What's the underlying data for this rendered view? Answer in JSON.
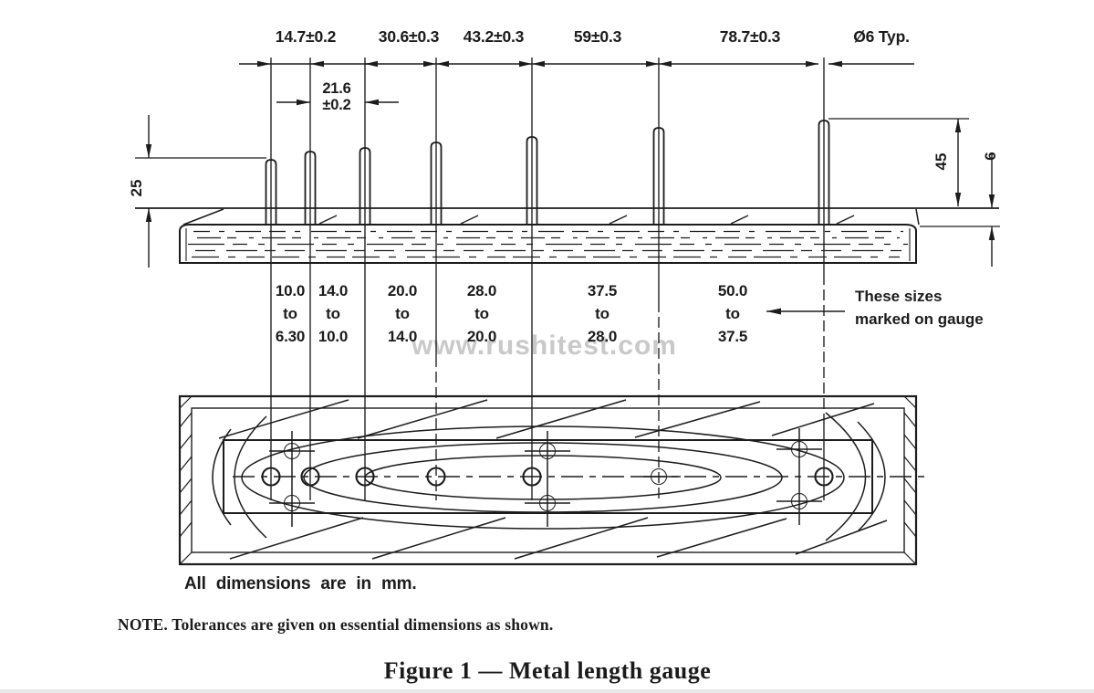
{
  "watermark": "www.rushitest.com",
  "dims": {
    "top": [
      "14.7±0.2",
      "30.6±0.3",
      "43.2±0.3",
      "59±0.3",
      "78.7±0.3"
    ],
    "pin_dia": "Ø6 Typ.",
    "pitch_small": [
      "21.6",
      "±0.2"
    ],
    "pin_height_left": "25",
    "pin_height_right": "45",
    "plate_thickness": "6"
  },
  "ranges": [
    {
      "max": "10.0",
      "word": "to",
      "min": "6.30"
    },
    {
      "max": "14.0",
      "word": "to",
      "min": "10.0"
    },
    {
      "max": "20.0",
      "word": "to",
      "min": "14.0"
    },
    {
      "max": "28.0",
      "word": "to",
      "min": "20.0"
    },
    {
      "max": "37.5",
      "word": "to",
      "min": "28.0"
    },
    {
      "max": "50.0",
      "word": "to",
      "min": "37.5"
    }
  ],
  "annotation": [
    "These sizes",
    "marked on gauge"
  ],
  "notes": {
    "units": "All dimensions are in mm.",
    "tolerance": "NOTE. Tolerances are given on essential dimensions as shown."
  },
  "caption": "Figure 1 — Metal length gauge",
  "colors": {
    "ink": "#1c1c1c",
    "watermark": "#c9c9c9",
    "paper": "#ffffff"
  }
}
